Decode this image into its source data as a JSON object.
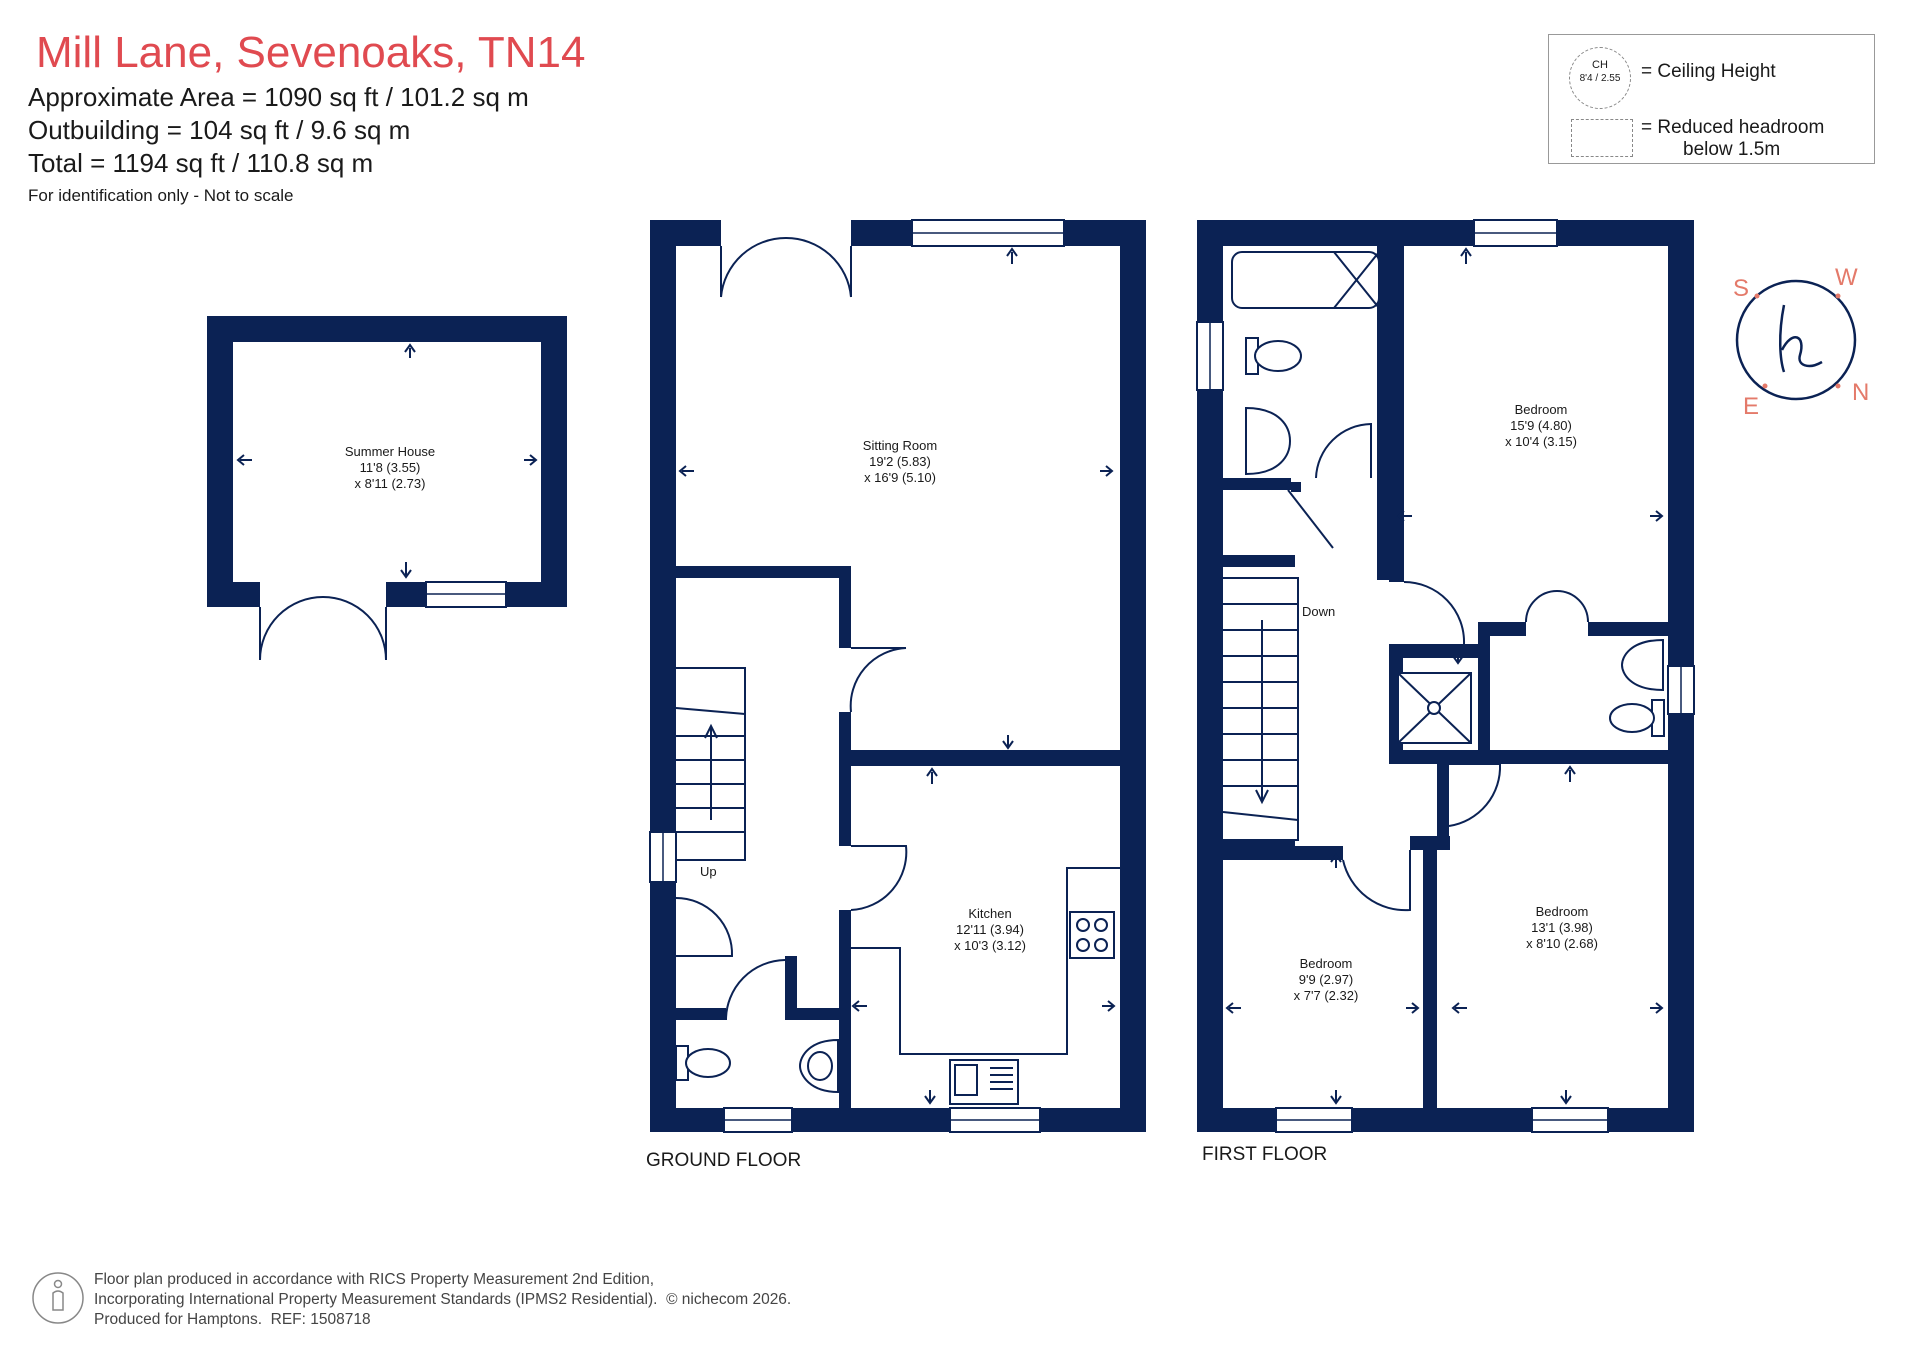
{
  "header": {
    "title": "Mill Lane, Sevenoaks, TN14",
    "approx_area": "Approximate Area = 1090 sq ft / 101.2 sq m",
    "outbuilding": "Outbuilding = 104 sq ft / 9.6 sq m",
    "total": "Total = 1194 sq ft / 110.8 sq m",
    "note": "For identification only - Not to scale"
  },
  "legend": {
    "ch_label": "CH",
    "ch_value": "8'4 / 2.55",
    "ceiling_height": "= Ceiling Height",
    "reduced_headroom": "= Reduced headroom",
    "below": "below 1.5m"
  },
  "compass": {
    "s": "S",
    "w": "W",
    "e": "E",
    "n": "N",
    "logo": "h"
  },
  "floors": {
    "ground": "GROUND FLOOR",
    "first": "FIRST FLOOR"
  },
  "rooms": {
    "summer_house": {
      "name": "Summer House",
      "dim1": "11'8 (3.55)",
      "dim2": "x 8'11 (2.73)"
    },
    "sitting_room": {
      "name": "Sitting Room",
      "dim1": "19'2 (5.83)",
      "dim2": "x 16'9 (5.10)"
    },
    "kitchen": {
      "name": "Kitchen",
      "dim1": "12'11 (3.94)",
      "dim2": "x 10'3 (3.12)"
    },
    "bedroom1": {
      "name": "Bedroom",
      "dim1": "15'9 (4.80)",
      "dim2": "x 10'4 (3.15)"
    },
    "bedroom2": {
      "name": "Bedroom",
      "dim1": "13'1 (3.98)",
      "dim2": "x 8'10 (2.68)"
    },
    "bedroom3": {
      "name": "Bedroom",
      "dim1": "9'9 (2.97)",
      "dim2": "x 7'7 (2.32)"
    }
  },
  "stairs": {
    "up": "Up",
    "down": "Down"
  },
  "footer": {
    "line1": "Floor plan produced in accordance with RICS Property Measurement 2nd Edition,",
    "line2": "Incorporating International Property Measurement Standards (IPMS2 Residential).",
    "copyright": "© nichecom 2026.",
    "line3": "Produced for Hamptons.",
    "ref": "REF: 1508718"
  },
  "colors": {
    "wall": "#0b2254",
    "title": "#e04a50",
    "compass": "#e47a6a"
  }
}
